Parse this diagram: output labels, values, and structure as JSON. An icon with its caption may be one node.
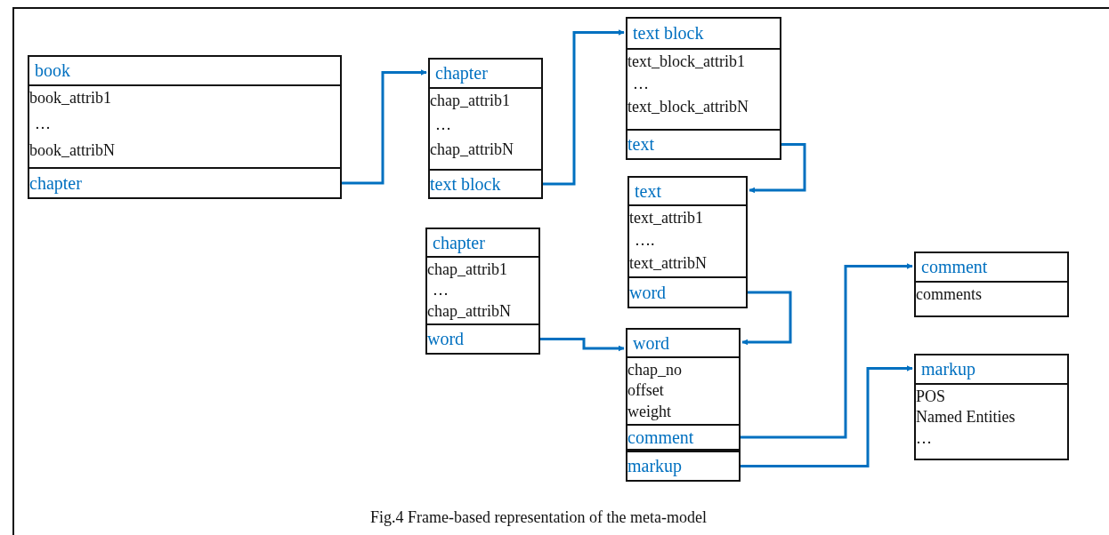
{
  "diagram": {
    "caption": "Fig.4 Frame-based representation of the meta-model",
    "nodes": [
      {
        "text": [
          "book",
          "book_attrib1",
          "…",
          "book_attribN"
        ]
      },
      {
        "text": [
          "chapter"
        ],
        "in": 0
      },
      {
        "text": [
          "chapter",
          "chap_attrib1",
          "…",
          "chap_attribN"
        ]
      },
      {
        "text": [
          "text block"
        ],
        "in": 2
      },
      {
        "text": [
          "text block",
          "text_block_attrib1",
          "…",
          "text_block_attribN"
        ]
      },
      {
        "text": [
          "text"
        ],
        "in": 4
      },
      {
        "text": [
          "text",
          "text_attrib1",
          "….",
          "text_attribN"
        ]
      },
      {
        "text": [
          "word"
        ],
        "in": 6
      },
      {
        "text": [
          "chapter",
          "chap_attrib1",
          "…",
          "chap_attribN"
        ]
      },
      {
        "text": [
          "word"
        ],
        "in": 8
      },
      {
        "text": [
          "word",
          "chap_no",
          "offset",
          "weight"
        ]
      },
      {
        "text": [
          "comment"
        ],
        "in": 10
      },
      {
        "text": [
          "markup"
        ],
        "in": 10
      },
      {
        "text": [
          "comment",
          "comments"
        ]
      },
      {
        "text": [
          "markup",
          "POS",
          "Named Entities",
          "…"
        ]
      }
    ],
    "edges": [
      {
        "from": 1,
        "to": 2,
        "arrow": "to"
      },
      {
        "from": 3,
        "to": 4,
        "arrow": "to"
      },
      {
        "from": 5,
        "to": 6,
        "arrow": "to"
      },
      {
        "from": 7,
        "to": 10,
        "arrow": "to"
      },
      {
        "from": 9,
        "to": 10,
        "arrow": "to"
      },
      {
        "from": 11,
        "to": 13,
        "arrow": "to"
      },
      {
        "from": 12,
        "to": 14,
        "arrow": "to"
      }
    ]
  }
}
